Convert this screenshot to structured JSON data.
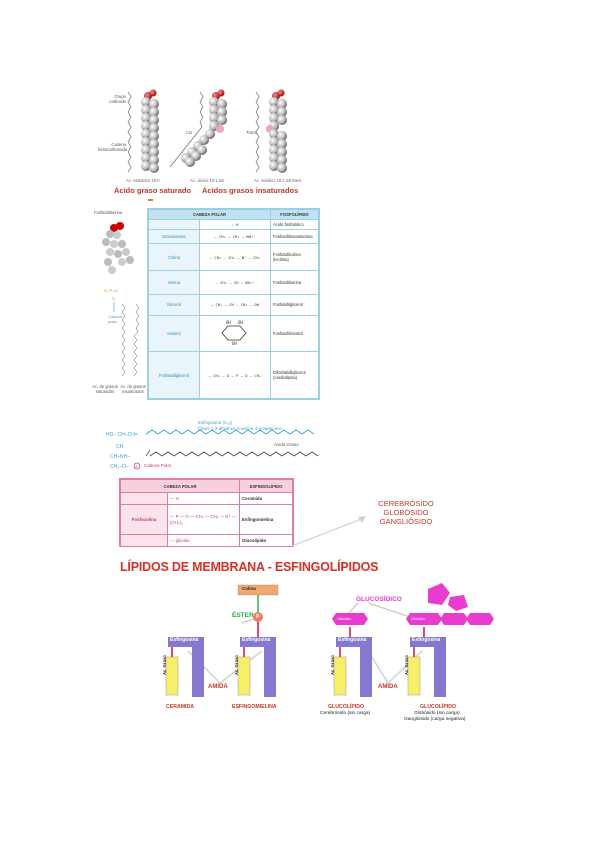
{
  "fig1": {
    "labels": {
      "grupo_carboxilo": "Grupo carboxilo",
      "cadena": "Cadena hidrocarbonada",
      "cis": "Cis",
      "trans": "Trans"
    },
    "subcaptions": [
      "Ac. esteárico 18:0",
      "Ac. oleico 18:1 Δ9",
      "Ac. eláidico 18:1 Δ9 trans"
    ],
    "caption_saturado": "Ácido graso saturado",
    "caption_insaturados": "Ácidos grasos insaturados"
  },
  "fa_panel": {
    "top_label": "Fosfatidilserina",
    "cabeza_polar": "Cabeza polar",
    "ac_graso_saturado": "Ac. de grasos saturados",
    "ac_graso_insaturado": "Ac. de grasos insaturados"
  },
  "table1": {
    "headers": [
      "CABEZA POLAR",
      "",
      "FOSFOLÍPIDO"
    ],
    "rows": [
      {
        "name": "",
        "struct": "— H",
        "result": "Ácido fosfatídico"
      },
      {
        "name": "Etanolamina",
        "struct": "— CH₂ – CH₂ – NH₃⁺",
        "result": "Fosfatidiletanolamina"
      },
      {
        "name": "Colina",
        "struct": "— CH₂ – CH₂ – N⁺ – CH₃",
        "result": "Fosfatidilcolina (lecitina)"
      },
      {
        "name": "Serina",
        "struct": "— CH₂ – CH – NH₃⁺",
        "result": "Fosfatidilserina"
      },
      {
        "name": "Glicerol",
        "struct": "— CH₂ – CH – CH₂ – OH",
        "result": "Fosfatidilglicerol"
      },
      {
        "name": "Inositol",
        "struct": "(anillo inositol)",
        "result": "Fosfatidilinositol"
      },
      {
        "name": "Fosfatidilglicerol",
        "struct": "— CH₂ – O – P – O – CH₂",
        "result": "Difosfatidilglicerol (cardiolipina)"
      }
    ]
  },
  "sphingo": {
    "esfingosina": "Esfingosina (C₁₈)",
    "esfingosina_iupac": "(trans-1,3-dihidroxi-2-amino-4-octadeceno",
    "acido_graso": "Ácido Graso",
    "cabeza_polar": "Cabeza Polar"
  },
  "table2": {
    "headers": [
      "CABEZA POLAR",
      "ESFINGOLÍPIDO"
    ],
    "rows": [
      {
        "name": "",
        "polar": "— H",
        "result": "Ceramida"
      },
      {
        "name": "Fosfocolina",
        "polar": "— P — O — CH₂ — CH₂ — N⁺ — (CH₃)₃",
        "result": "Esfingomielina"
      },
      {
        "name": "",
        "polar": "— glúcido",
        "result": "Glucolípido"
      }
    ]
  },
  "glyco_list": [
    "CEREBRÓSIDO",
    "GLOBÓSIDO",
    "GANGLIÓSIDO"
  ],
  "section_title": "LÍPIDOS DE MEMBRANA - ESFINGOLÍPIDOS",
  "membrane": {
    "colina": "Colina",
    "p": "P",
    "ester": "ÉSTER",
    "glucosidico": "GLUCOSÍDICO",
    "esfingosina": "Esfingosina",
    "ac_graso": "Ac. Graso",
    "amida": "AMIDA",
    "glucido": "Glúcido",
    "ceramida": "CERAMIDA",
    "esfingomielina": "ESFINGOMIELINA",
    "glucolipido": "GLUCOLÍPIDO",
    "cerebrosido": "Cerebrósido (sin carga)",
    "globosido": "Globósido (sin carga)",
    "gangliosido": "Gangliósido (carga negativa)"
  },
  "colors": {
    "red": "#c0392b",
    "blue_block": "#8478cf",
    "yellow": "#f5ef6a",
    "magenta": "#e83bd0",
    "orange": "#f2a86d",
    "green": "#28a745",
    "cyan": "#3aa0c8"
  }
}
